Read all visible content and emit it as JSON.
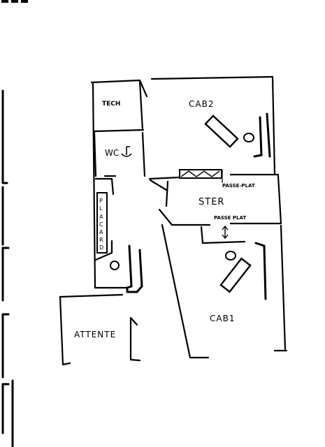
{
  "rooms": {
    "tech": "TECH",
    "cab2": "CAB2",
    "wc": "WC",
    "ster": "STER",
    "cab1": "CAB1",
    "attente": "ATTENTE"
  },
  "placard_letters": [
    "P",
    "L",
    "A",
    "C",
    "A",
    "R",
    "D"
  ],
  "annotations": {
    "passe_plat_top": "PASSE-PLAT",
    "passe_plat_bottom": "PASSE PLAT"
  },
  "icons": [
    "tap-icon",
    "arrow-icon"
  ]
}
